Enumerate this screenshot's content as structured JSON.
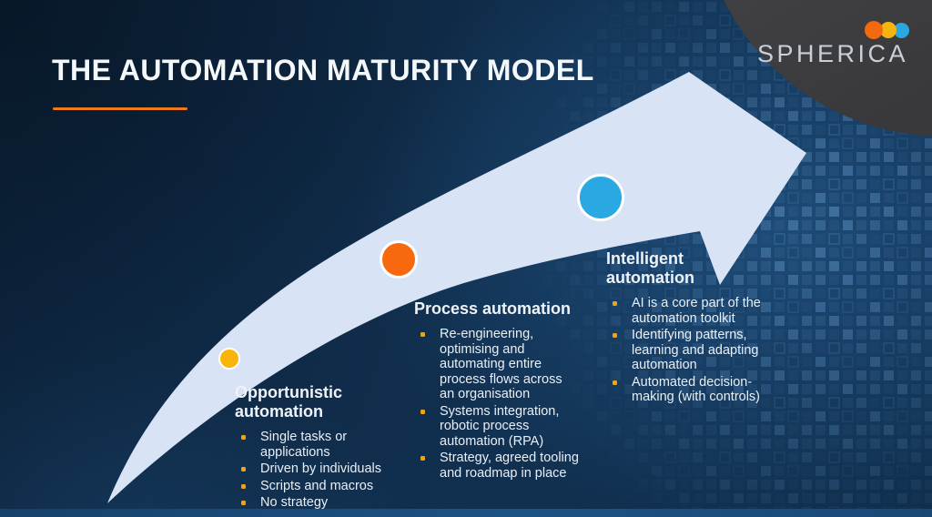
{
  "slide": {
    "title": "THE AUTOMATION MATURITY MODEL",
    "logo": {
      "brand": "SPHERICA",
      "dot_colors": {
        "orange": "#f2690f",
        "amber": "#f6b40e",
        "blue": "#2ba7e0"
      }
    },
    "colors": {
      "background": "#0f2c4a",
      "accent_orange": "#ee7a1b",
      "arrow_fill": "#d9e3f6",
      "corner_circle": "#3d3d3f",
      "bullet": "#f2a40e",
      "heading_text": "#eef3f9",
      "body_text": "#e9eff6"
    },
    "stages": [
      {
        "id": "opportunistic-automation",
        "marker_color": "#f9b509",
        "title": "Opportunistic\nautomation",
        "bullets": [
          "Single tasks or\napplications",
          "Driven by individuals",
          "Scripts and macros",
          "No strategy"
        ]
      },
      {
        "id": "process-automation",
        "marker_color": "#f8690f",
        "title": "Process automation",
        "bullets": [
          "Re-engineering,\noptimising and\nautomating entire\nprocess flows across\nan organisation",
          "Systems integration,\nrobotic process\nautomation (RPA)",
          "Strategy, agreed tooling\nand roadmap in place"
        ]
      },
      {
        "id": "intelligent-automation",
        "marker_color": "#29a8e1",
        "title": "Intelligent\nautomation",
        "bullets": [
          "AI is a core part of the\nautomation toolkit",
          "Identifying patterns,\nlearning and adapting\nautomation",
          "Automated decision-\nmaking (with controls)"
        ]
      }
    ]
  }
}
